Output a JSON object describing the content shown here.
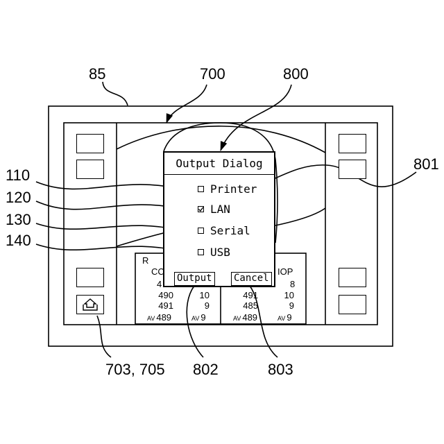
{
  "refs": {
    "r85": "85",
    "r700": "700",
    "r800": "800",
    "r801": "801",
    "r110": "110",
    "r120": "120",
    "r130": "130",
    "r140": "140",
    "r703": "703, 705",
    "r802": "802",
    "r803": "803"
  },
  "dialog": {
    "title": "Output Dialog",
    "options": [
      {
        "label": "Printer",
        "checked": false
      },
      {
        "label": "LAN",
        "checked": true
      },
      {
        "label": "Serial",
        "checked": false
      },
      {
        "label": "USB",
        "checked": false
      }
    ],
    "output_label": "Output",
    "cancel_label": "Cancel"
  },
  "table": {
    "left_header": "R",
    "left_sub": "CC",
    "left_row1": "4",
    "left_col_a": [
      "490",
      "491",
      "489"
    ],
    "left_col_b": [
      "10",
      "9",
      "9"
    ],
    "right_header": "IOP",
    "right_row1": "8",
    "right_col_a": [
      "491",
      "485",
      "489"
    ],
    "right_col_b": [
      "10",
      "9",
      "9"
    ],
    "av_label": "AV"
  },
  "icons": {
    "upload": "upload-tray-icon",
    "check": "checkmark-icon"
  }
}
